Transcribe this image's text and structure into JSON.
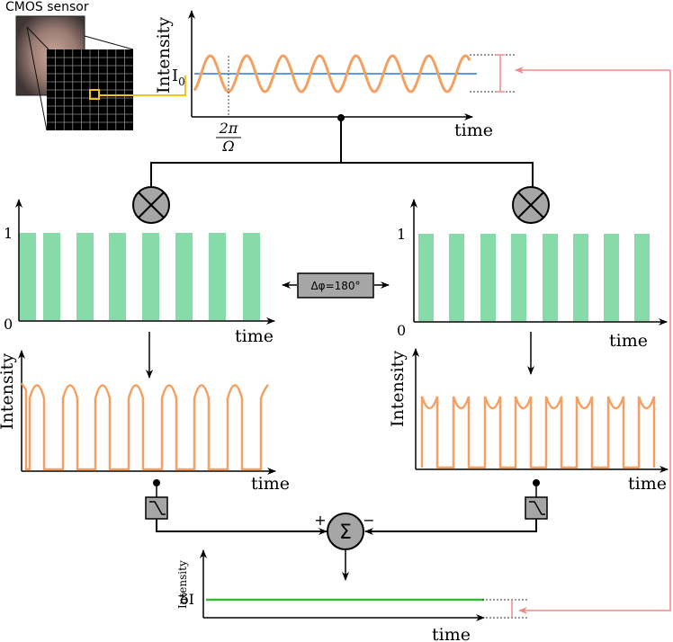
{
  "sensor": {
    "label": "CMOS sensor",
    "grid_rows": 10,
    "grid_cols": 10
  },
  "top_plot": {
    "ylabel": "Intensity",
    "xlabel": "time",
    "offset_label": "I",
    "offset_sub": "0",
    "period_num": "2π",
    "period_den": "Ω"
  },
  "left_gate": {
    "tick_high": "1",
    "tick_low": "0",
    "xlabel": "time"
  },
  "right_gate": {
    "tick_high": "1",
    "tick_low": "0",
    "xlabel": "time"
  },
  "phase_box": {
    "label": "Δφ=180°"
  },
  "left_out": {
    "ylabel": "Intensity",
    "xlabel": "time"
  },
  "right_out": {
    "ylabel": "Intensity",
    "xlabel": "time"
  },
  "summer": {
    "symbol": "Σ",
    "plus": "+",
    "minus": "−"
  },
  "result_plot": {
    "ylabel": "Intensity",
    "value_label": "δI",
    "xlabel": "time"
  },
  "colors": {
    "sinusoid": "#f4a062",
    "baseline": "#5b9bea",
    "gate": "#87dba8",
    "result": "#33bb33",
    "feedback": "#f28a8a",
    "pixel_highlight": "#f2c21b",
    "node_gray": "#a6a6a6"
  },
  "icons": [
    "multiplier-icon",
    "lowpass-filter-icon",
    "summation-icon"
  ]
}
